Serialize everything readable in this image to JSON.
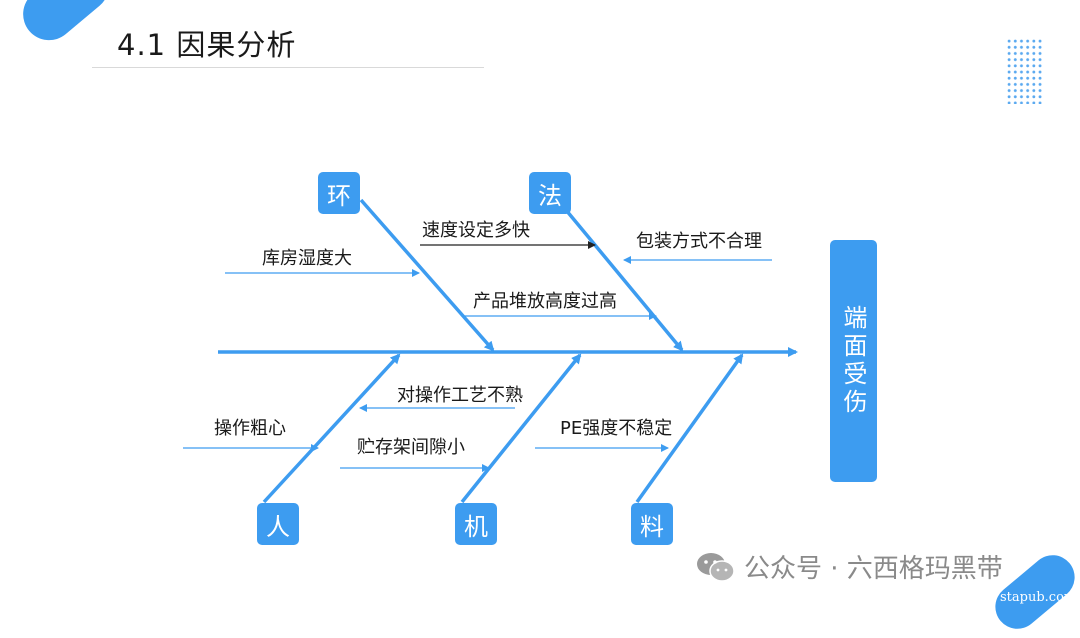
{
  "page": {
    "title": "4.1  因果分析",
    "effect": "端面受伤",
    "accent_color": "#3d9cf0",
    "arrow_color": "#3d9cf0"
  },
  "categories": {
    "env": "环",
    "method": "法",
    "people": "人",
    "machine": "机",
    "material": "料"
  },
  "causes": {
    "warehouse_humidity": "库房湿度大",
    "speed_setting": "速度设定多快",
    "packaging": "包装方式不合理",
    "stack_height": "产品堆放高度过高",
    "process_unfamiliar": "对操作工艺不熟",
    "careless": "操作粗心",
    "rack_gap": "贮存架间隙小",
    "pe_strength": "PE强度不稳定"
  },
  "watermark": {
    "text": "公众号 · 六西格玛黑带",
    "icon": "wechat-icon"
  },
  "site": "stapub.com"
}
